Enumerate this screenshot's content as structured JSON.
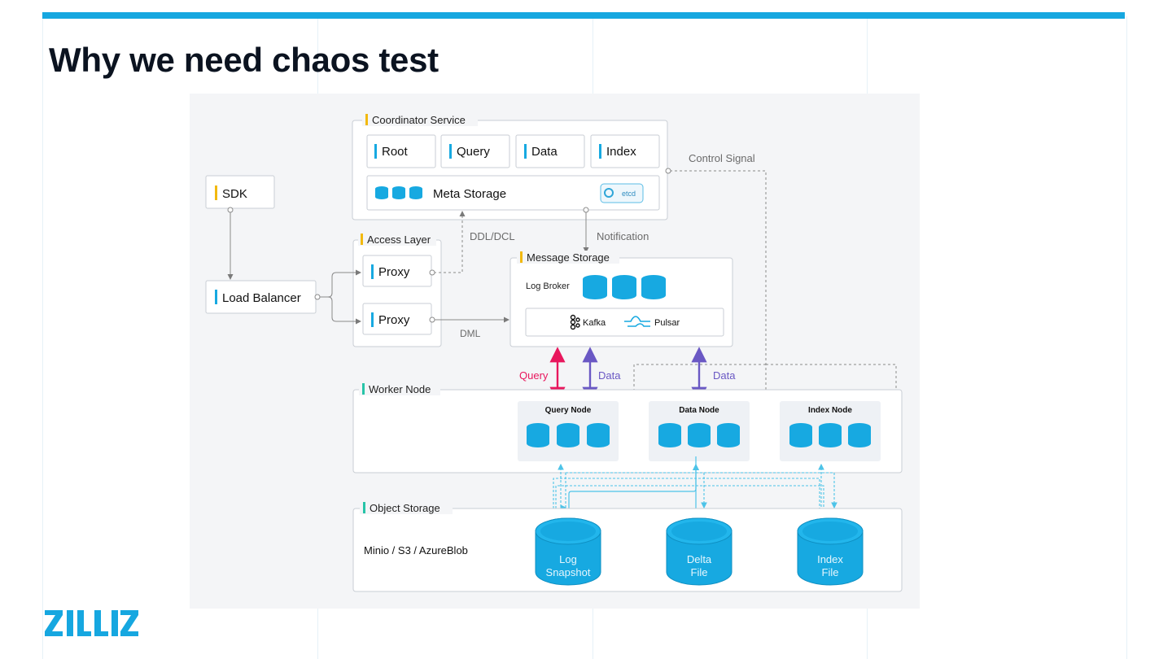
{
  "slide": {
    "title": "Why we need chaos test",
    "accent_color": "#16a7e0",
    "logo_text": "ZILLIZ"
  },
  "diagram": {
    "coordinator": {
      "title": "Coordinator Service",
      "roles": [
        "Root",
        "Query",
        "Data",
        "Index"
      ],
      "meta_storage": "Meta Storage",
      "etcd_badge": "etcd"
    },
    "sdk": "SDK",
    "load_balancer": "Load Balancer",
    "access_layer": {
      "title": "Access Layer",
      "proxies": [
        "Proxy",
        "Proxy"
      ]
    },
    "message_storage": {
      "title": "Message Storage",
      "log_broker": "Log Broker",
      "kafka": "Kafka",
      "pulsar": "Pulsar"
    },
    "edge_labels": {
      "ddl_dcl": "DDL/DCL",
      "notification": "Notification",
      "control_signal": "Control Signal",
      "dml": "DML",
      "query": "Query",
      "data_left": "Data",
      "data_right": "Data"
    },
    "worker_node": {
      "title": "Worker Node",
      "nodes": [
        "Query Node",
        "Data Node",
        "Index Node"
      ]
    },
    "object_storage": {
      "title": "Object Storage",
      "backends": "Minio / S3 / AzureBlob",
      "stores": [
        {
          "line1": "Log",
          "line2": "Snapshot"
        },
        {
          "line1": "Delta",
          "line2": "File"
        },
        {
          "line1": "Index",
          "line2": "File"
        }
      ]
    },
    "colors": {
      "query_arrow": "#e8175d",
      "data_arrow": "#6a58c4",
      "cylinder": "#17a9e1",
      "section_accent": "#f2b90f",
      "item_accent": "#17a9e1",
      "worker_accent": "#27c4a8"
    }
  }
}
